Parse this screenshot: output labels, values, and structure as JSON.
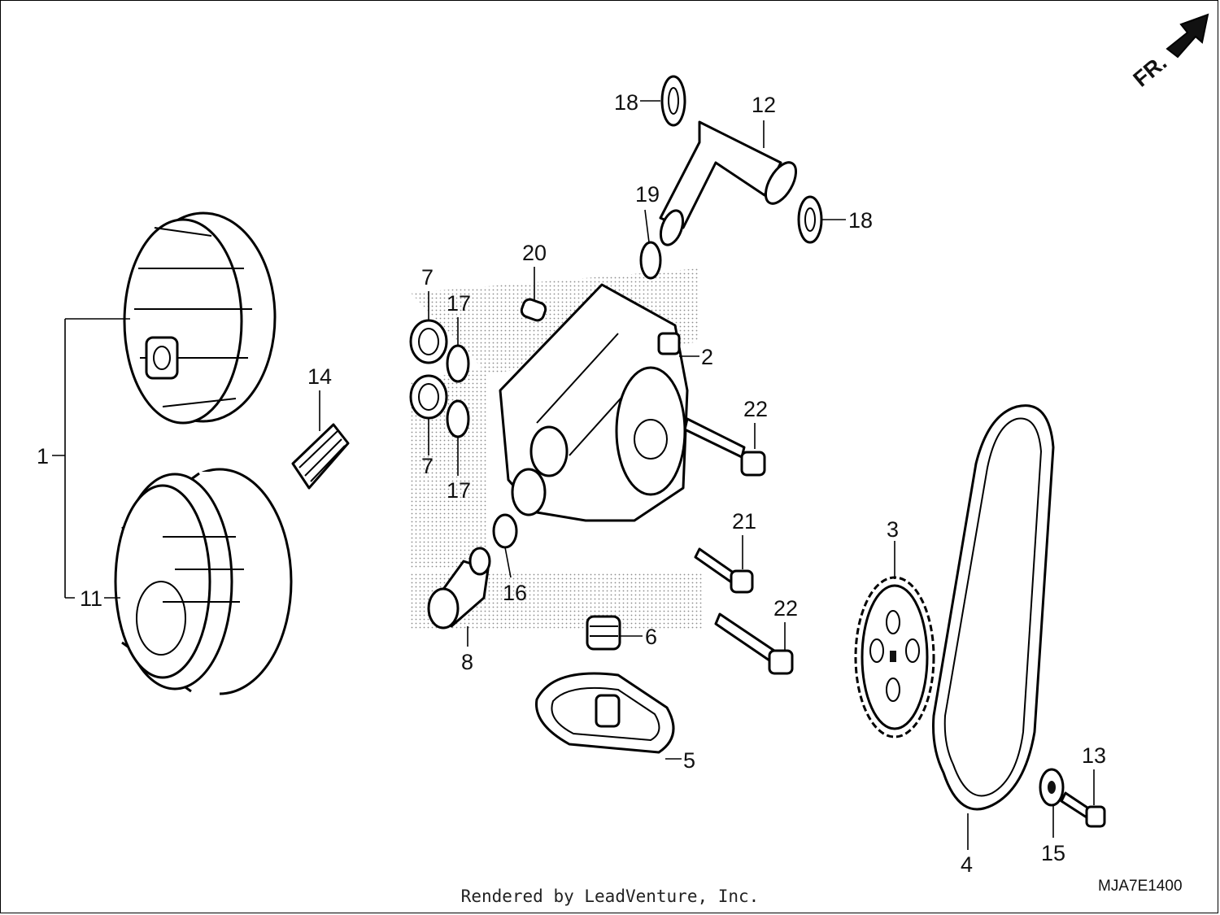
{
  "direction_label": "FR.",
  "diagram_code": "MJA7E1400",
  "credit": "Rendered by LeadVenture, Inc.",
  "callouts": {
    "c1": "1",
    "c2": "2",
    "c3": "3",
    "c4": "4",
    "c5": "5",
    "c6": "6",
    "c7a": "7",
    "c7b": "7",
    "c8": "8",
    "c11": "11",
    "c12": "12",
    "c13": "13",
    "c14": "14",
    "c15": "15",
    "c16": "16",
    "c17a": "17",
    "c17b": "17",
    "c18a": "18",
    "c18b": "18",
    "c19": "19",
    "c20": "20",
    "c21": "21",
    "c22a": "22",
    "c22b": "22"
  }
}
